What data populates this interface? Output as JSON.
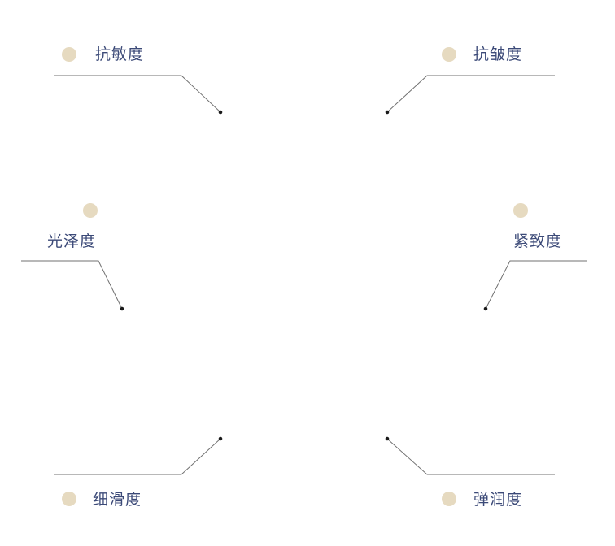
{
  "colors": {
    "dot": "#e6dac0",
    "label": "#3c4a78",
    "line": "#707070",
    "endpoint": "#1a1a1a"
  },
  "labels": {
    "top_left": "抗敏度",
    "top_right": "抗皱度",
    "middle_left": "光泽度",
    "middle_right": "紧致度",
    "bottom_left": "细滑度",
    "bottom_right": "弹润度"
  }
}
